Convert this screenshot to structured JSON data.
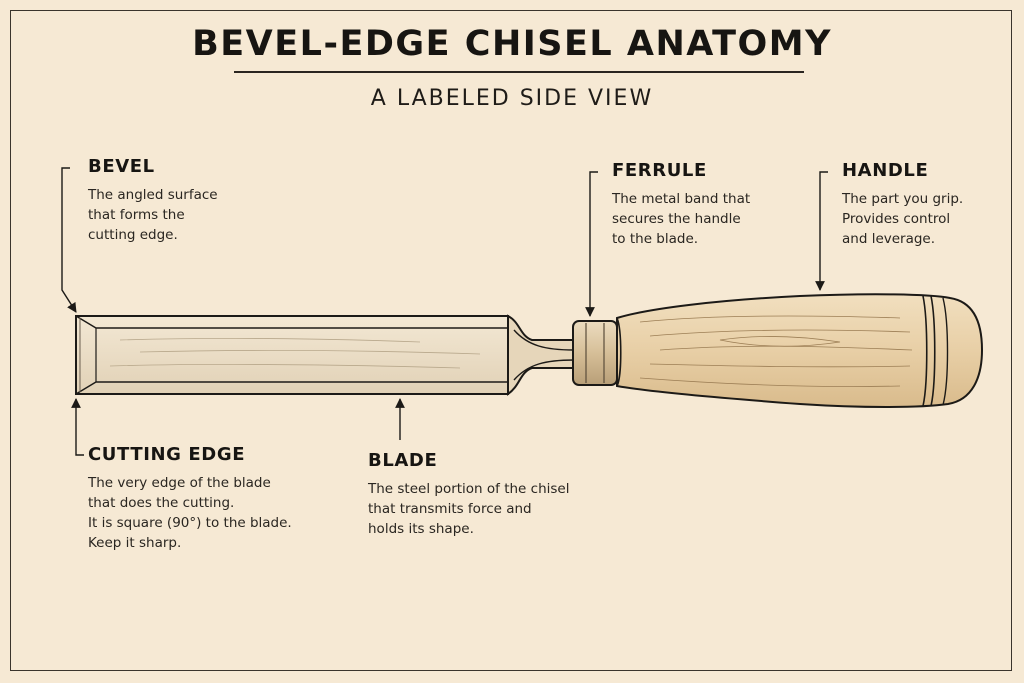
{
  "title": "BEVEL-EDGE CHISEL ANATOMY",
  "subtitle": "A LABELED SIDE VIEW",
  "parts": {
    "bevel": {
      "name": "BEVEL",
      "description": "The angled surface\nthat forms the\ncutting edge."
    },
    "ferrule": {
      "name": "FERRULE",
      "description": "The metal band that\nsecures the handle\nto the blade."
    },
    "handle": {
      "name": "HANDLE",
      "description": "The part you grip.\nProvides control\nand leverage."
    },
    "cutting_edge": {
      "name": "CUTTING EDGE",
      "description": "The very edge of the blade\nthat does the cutting.\nIt is square (90°) to the blade.\nKeep it sharp."
    },
    "blade": {
      "name": "BLADE",
      "description": "The steel portion of the chisel\nthat transmits force and\nholds its shape."
    }
  },
  "colors": {
    "paper": "#f6e9d4",
    "ink": "#1c1a17",
    "steel": "#e9dcc4",
    "wood": "#ead3ad",
    "ferrule": "#d8c3a0"
  }
}
